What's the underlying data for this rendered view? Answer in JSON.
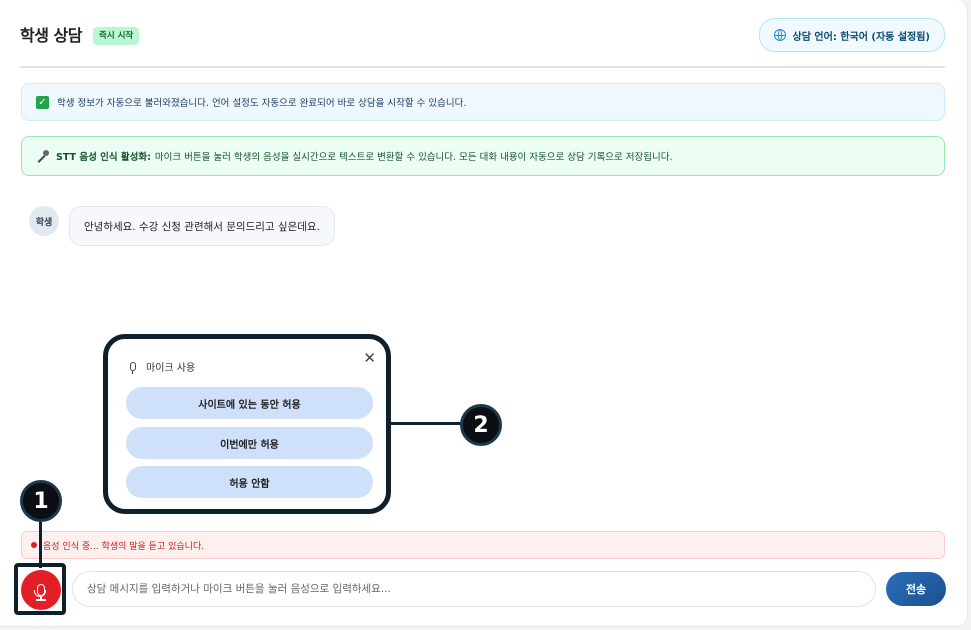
{
  "header": {
    "title": "학생 상담",
    "badge": "즉시 시작",
    "language_pill": "상담 언어: 한국어 (자동 설정됨)",
    "language_icon": "globe-icon"
  },
  "alerts": {
    "info": {
      "icon": "check-icon",
      "text": "학생 정보가 자동으로 불러와졌습니다. 언어 설정도 자동으로 완료되어 바로 상담을 시작할 수 있습니다."
    },
    "stt": {
      "icon": "microphone-icon",
      "strong": "STT 음성 인식 활성화:",
      "text": "마이크 버튼을 눌러 학생의 음성을 실시간으로 텍스트로 변환할 수 있습니다. 모든 대화 내용이 자동으로 상담 기록으로 저장됩니다."
    }
  },
  "messages": [
    {
      "sender": "학생",
      "text": "안녕하세요. 수강 신청 관련해서 문의드리고 싶은데요."
    }
  ],
  "permission_popup": {
    "title": "마이크 사용",
    "close": "✕",
    "buttons": [
      "사이트에 있는 동안 허용",
      "이번에만 허용",
      "허용 안함"
    ]
  },
  "callouts": {
    "one": "1",
    "two": "2"
  },
  "recording_status": "음성 인식 중... 학생의 말을 듣고 있습니다.",
  "composer": {
    "placeholder": "상담 메시지를 입력하거나 마이크 버튼을 눌러 음성으로 입력하세요...",
    "value": "",
    "send_label": "전송"
  },
  "colors": {
    "accent": "#1b4f8f",
    "recording": "#e21f26",
    "badge_bg": "#bbf7d0",
    "popup_button_bg": "#cfe0fa"
  }
}
